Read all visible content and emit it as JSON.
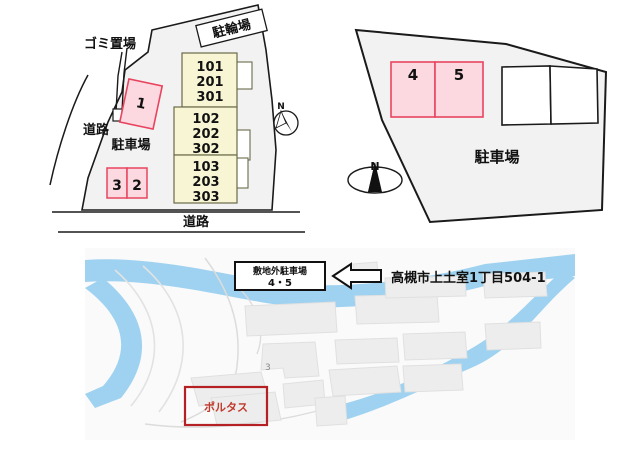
{
  "document": {
    "type": "property-floor-and-location-plan",
    "panels": [
      "site-plan-left",
      "site-plan-right",
      "location-map"
    ]
  },
  "site_plan_left": {
    "title_bicycle_parking": "駐輪場",
    "label_garbage_area": "ゴミ置場",
    "label_parking_lot": "駐車場",
    "label_road_left": "道路",
    "label_road_bottom": "道路",
    "compass_label": "N",
    "parking_spaces": [
      {
        "id": "1",
        "label": "1"
      },
      {
        "id": "2",
        "label": "2"
      },
      {
        "id": "3",
        "label": "3"
      }
    ],
    "building_blocks": [
      {
        "block": "A",
        "rooms": [
          "101",
          "201",
          "301"
        ]
      },
      {
        "block": "B",
        "rooms": [
          "102",
          "202",
          "302"
        ]
      },
      {
        "block": "C",
        "rooms": [
          "103",
          "203",
          "303"
        ]
      }
    ],
    "colors": {
      "lot_fill": "#f2f2f2",
      "building_fill": "#f7f5d3",
      "parking_fill": "#fcd9e0",
      "parking_stroke": "#e8445f",
      "outline": "#1a1a1a"
    }
  },
  "site_plan_right": {
    "label_parking_lot": "駐車場",
    "compass_label": "N",
    "parking_spaces": [
      {
        "id": "4",
        "label": "4"
      },
      {
        "id": "5",
        "label": "5"
      }
    ],
    "empty_stalls": 2,
    "colors": {
      "lot_fill": "#f2f2f2",
      "parking_fill": "#fcd9e0",
      "parking_stroke": "#e8445f",
      "stall_fill": "#ffffff",
      "outline": "#1a1a1a"
    }
  },
  "location_map": {
    "callout_line1": "敷地外駐車場",
    "callout_line2": "4・5",
    "address": "高槻市上土室1丁目504-1",
    "building_marker_label": "ポルタス",
    "street_number_label": "3",
    "colors": {
      "river": "#9fd2f0",
      "map_bg": "#fafafa",
      "building": "#ededed",
      "marker_stroke": "#b52025",
      "marker_text": "#c0392b",
      "road": "#ffffff"
    }
  }
}
